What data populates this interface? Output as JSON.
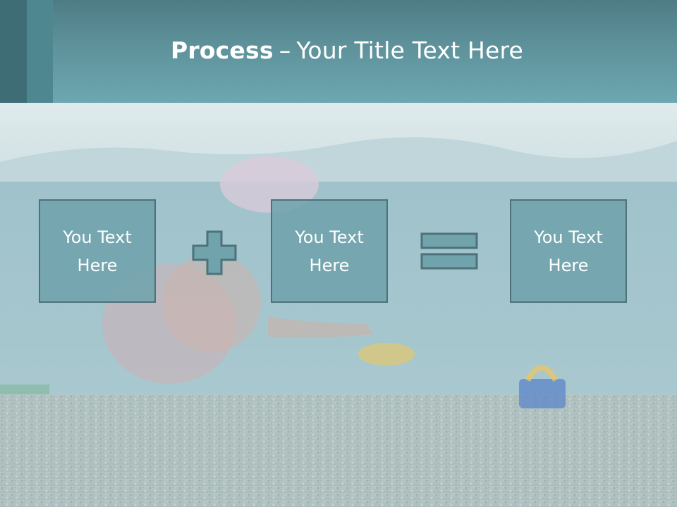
{
  "slide": {
    "title_bold": "Process",
    "title_separator": "–",
    "title_rest": "Your Title Text Here"
  },
  "boxes": [
    {
      "line1": "You Text",
      "line2": "Here"
    },
    {
      "line1": "You Text",
      "line2": "Here"
    },
    {
      "line1": "You Text",
      "line2": "Here"
    }
  ],
  "operators": [
    "plus-icon",
    "equals-icon"
  ],
  "colors": {
    "header": "#5e929b",
    "box_fill": "#70a3ac",
    "box_border": "#4d727a",
    "text": "#ffffff"
  }
}
